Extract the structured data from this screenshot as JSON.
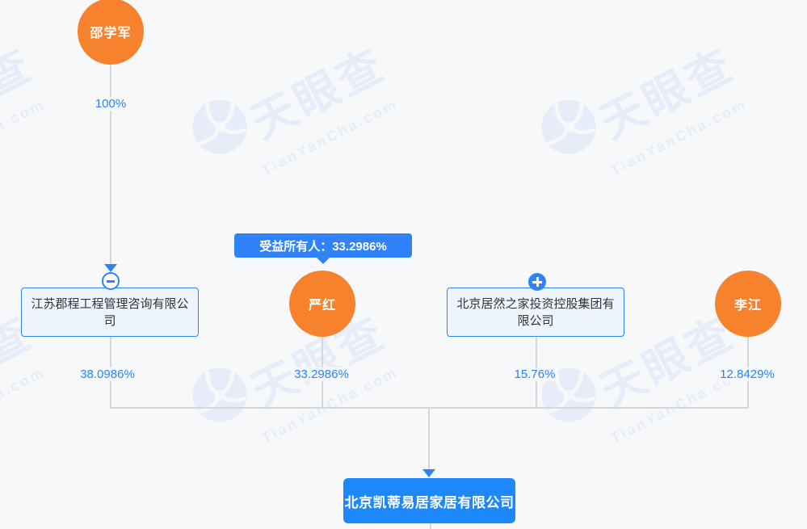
{
  "watermark": {
    "brand": "天眼查",
    "site": "TianYanCha.com"
  },
  "tooltip": {
    "beneficial_owner": "受益所有人：33.2986%"
  },
  "nodes": {
    "person_shao": {
      "name": "邵学军"
    },
    "company_jiangsu": {
      "name": "江苏郡程工程管理咨询有限公司"
    },
    "person_yan": {
      "name": "严红"
    },
    "company_juran": {
      "name": "北京居然之家投资控股集团有限公司"
    },
    "person_li": {
      "name": "李江"
    },
    "company_target": {
      "name": "北京凯蒂易居家居有限公司"
    }
  },
  "edges": {
    "shao_to_jiangsu": "100%",
    "jiangsu_to_target": "38.0986%",
    "yan_to_target": "33.2986%",
    "juran_to_target": "15.76%",
    "li_to_target": "12.8429%"
  },
  "icons": {
    "collapse": "minus-icon",
    "expand": "plus-icon",
    "arrow": "arrow-down-icon"
  },
  "colors": {
    "accent_blue": "#2f82f8",
    "percent_blue": "#2684ff",
    "node_orange": "#f7822d",
    "target_blue": "#1c88fa",
    "line_gray": "#d3d6db",
    "watermark_blue": "#e6edf9",
    "background": "#f7f8fa"
  }
}
